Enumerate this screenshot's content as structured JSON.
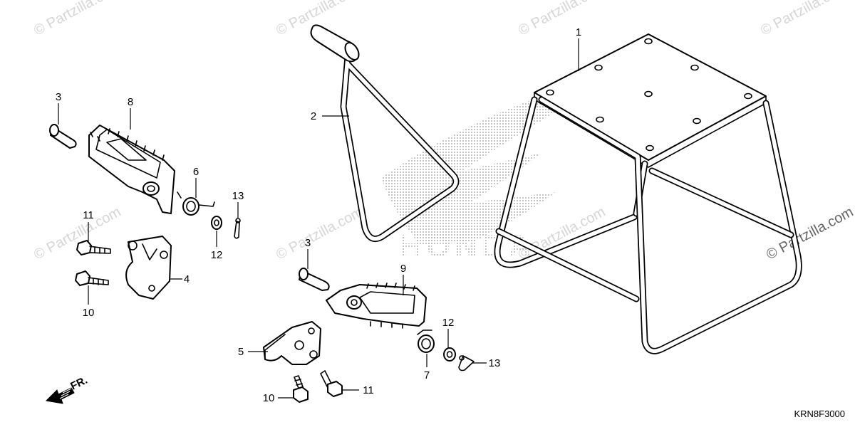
{
  "diagram": {
    "code": "KRN8F3000",
    "direction_label": "FR.",
    "watermark_text": "© Partzilla.com",
    "callouts": {
      "c1": "1",
      "c2": "2",
      "c3a": "3",
      "c3b": "3",
      "c4": "4",
      "c5": "5",
      "c6": "6",
      "c7": "7",
      "c8": "8",
      "c9": "9",
      "c10a": "10",
      "c10b": "10",
      "c11a": "11",
      "c11b": "11",
      "c12a": "12",
      "c12b": "12",
      "c13a": "13",
      "c13b": "13"
    },
    "colors": {
      "line": "#000000",
      "watermark": "#d6d6d6",
      "logo_dots": "#9a9a9a",
      "background": "#ffffff"
    }
  }
}
